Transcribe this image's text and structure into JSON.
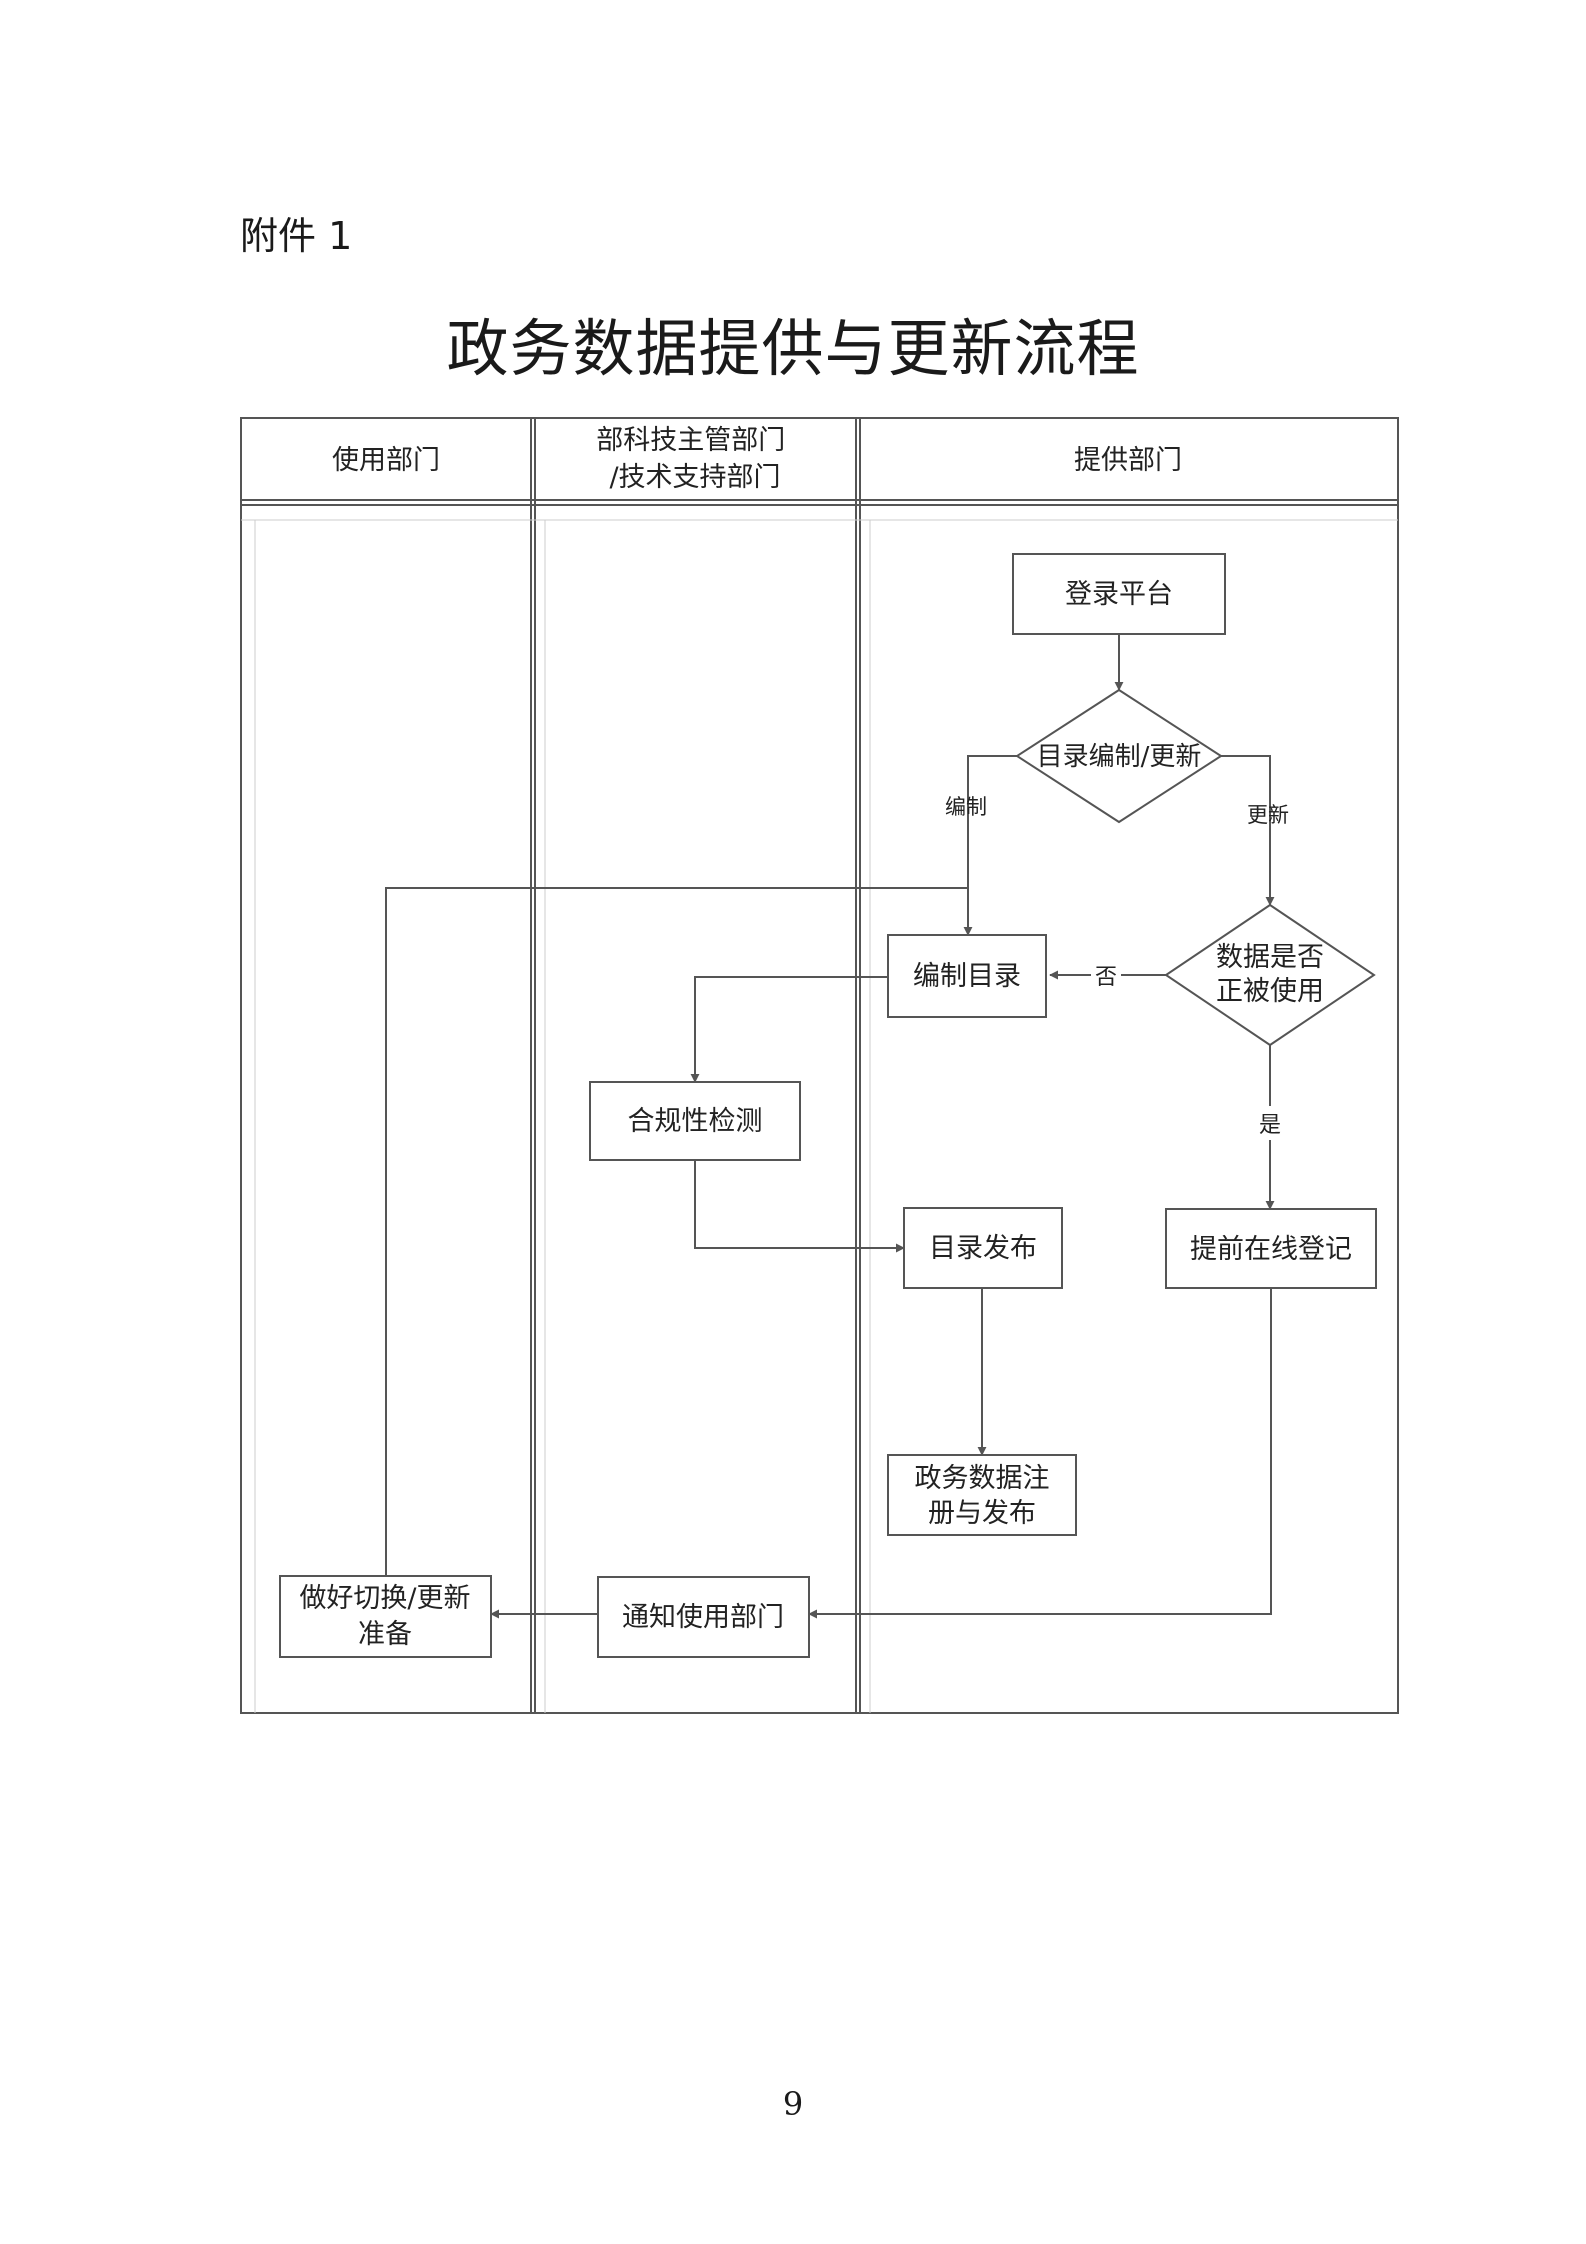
{
  "attachment_label": "附件 1",
  "title": "政务数据提供与更新流程",
  "page_number": "9",
  "lanes": [
    {
      "label_lines": [
        "使用部门"
      ]
    },
    {
      "label_lines": [
        "部科技主管部门",
        "/技术支持部门"
      ]
    },
    {
      "label_lines": [
        "提供部门"
      ]
    }
  ],
  "nodes": {
    "login": {
      "lines": [
        "登录平台"
      ]
    },
    "catalog_decision": {
      "lines": [
        "目录编制/更新"
      ]
    },
    "data_in_use": {
      "lines": [
        "数据是否",
        "正被使用"
      ]
    },
    "compile_catalog": {
      "lines": [
        "编制目录"
      ]
    },
    "compliance_check": {
      "lines": [
        "合规性检测"
      ]
    },
    "catalog_publish": {
      "lines": [
        "目录发布"
      ]
    },
    "online_register": {
      "lines": [
        "提前在线登记"
      ]
    },
    "register_publish": {
      "lines": [
        "政务数据注",
        "册与发布"
      ]
    },
    "notify_users": {
      "lines": [
        "通知使用部门"
      ]
    },
    "prepare_switch": {
      "lines": [
        "做好切换/更新",
        "准备"
      ]
    }
  },
  "edge_labels": {
    "compile": "编制",
    "update": "更新",
    "no": "否",
    "yes": "是"
  },
  "colors": {
    "stroke": "#555555",
    "text": "#222222"
  }
}
